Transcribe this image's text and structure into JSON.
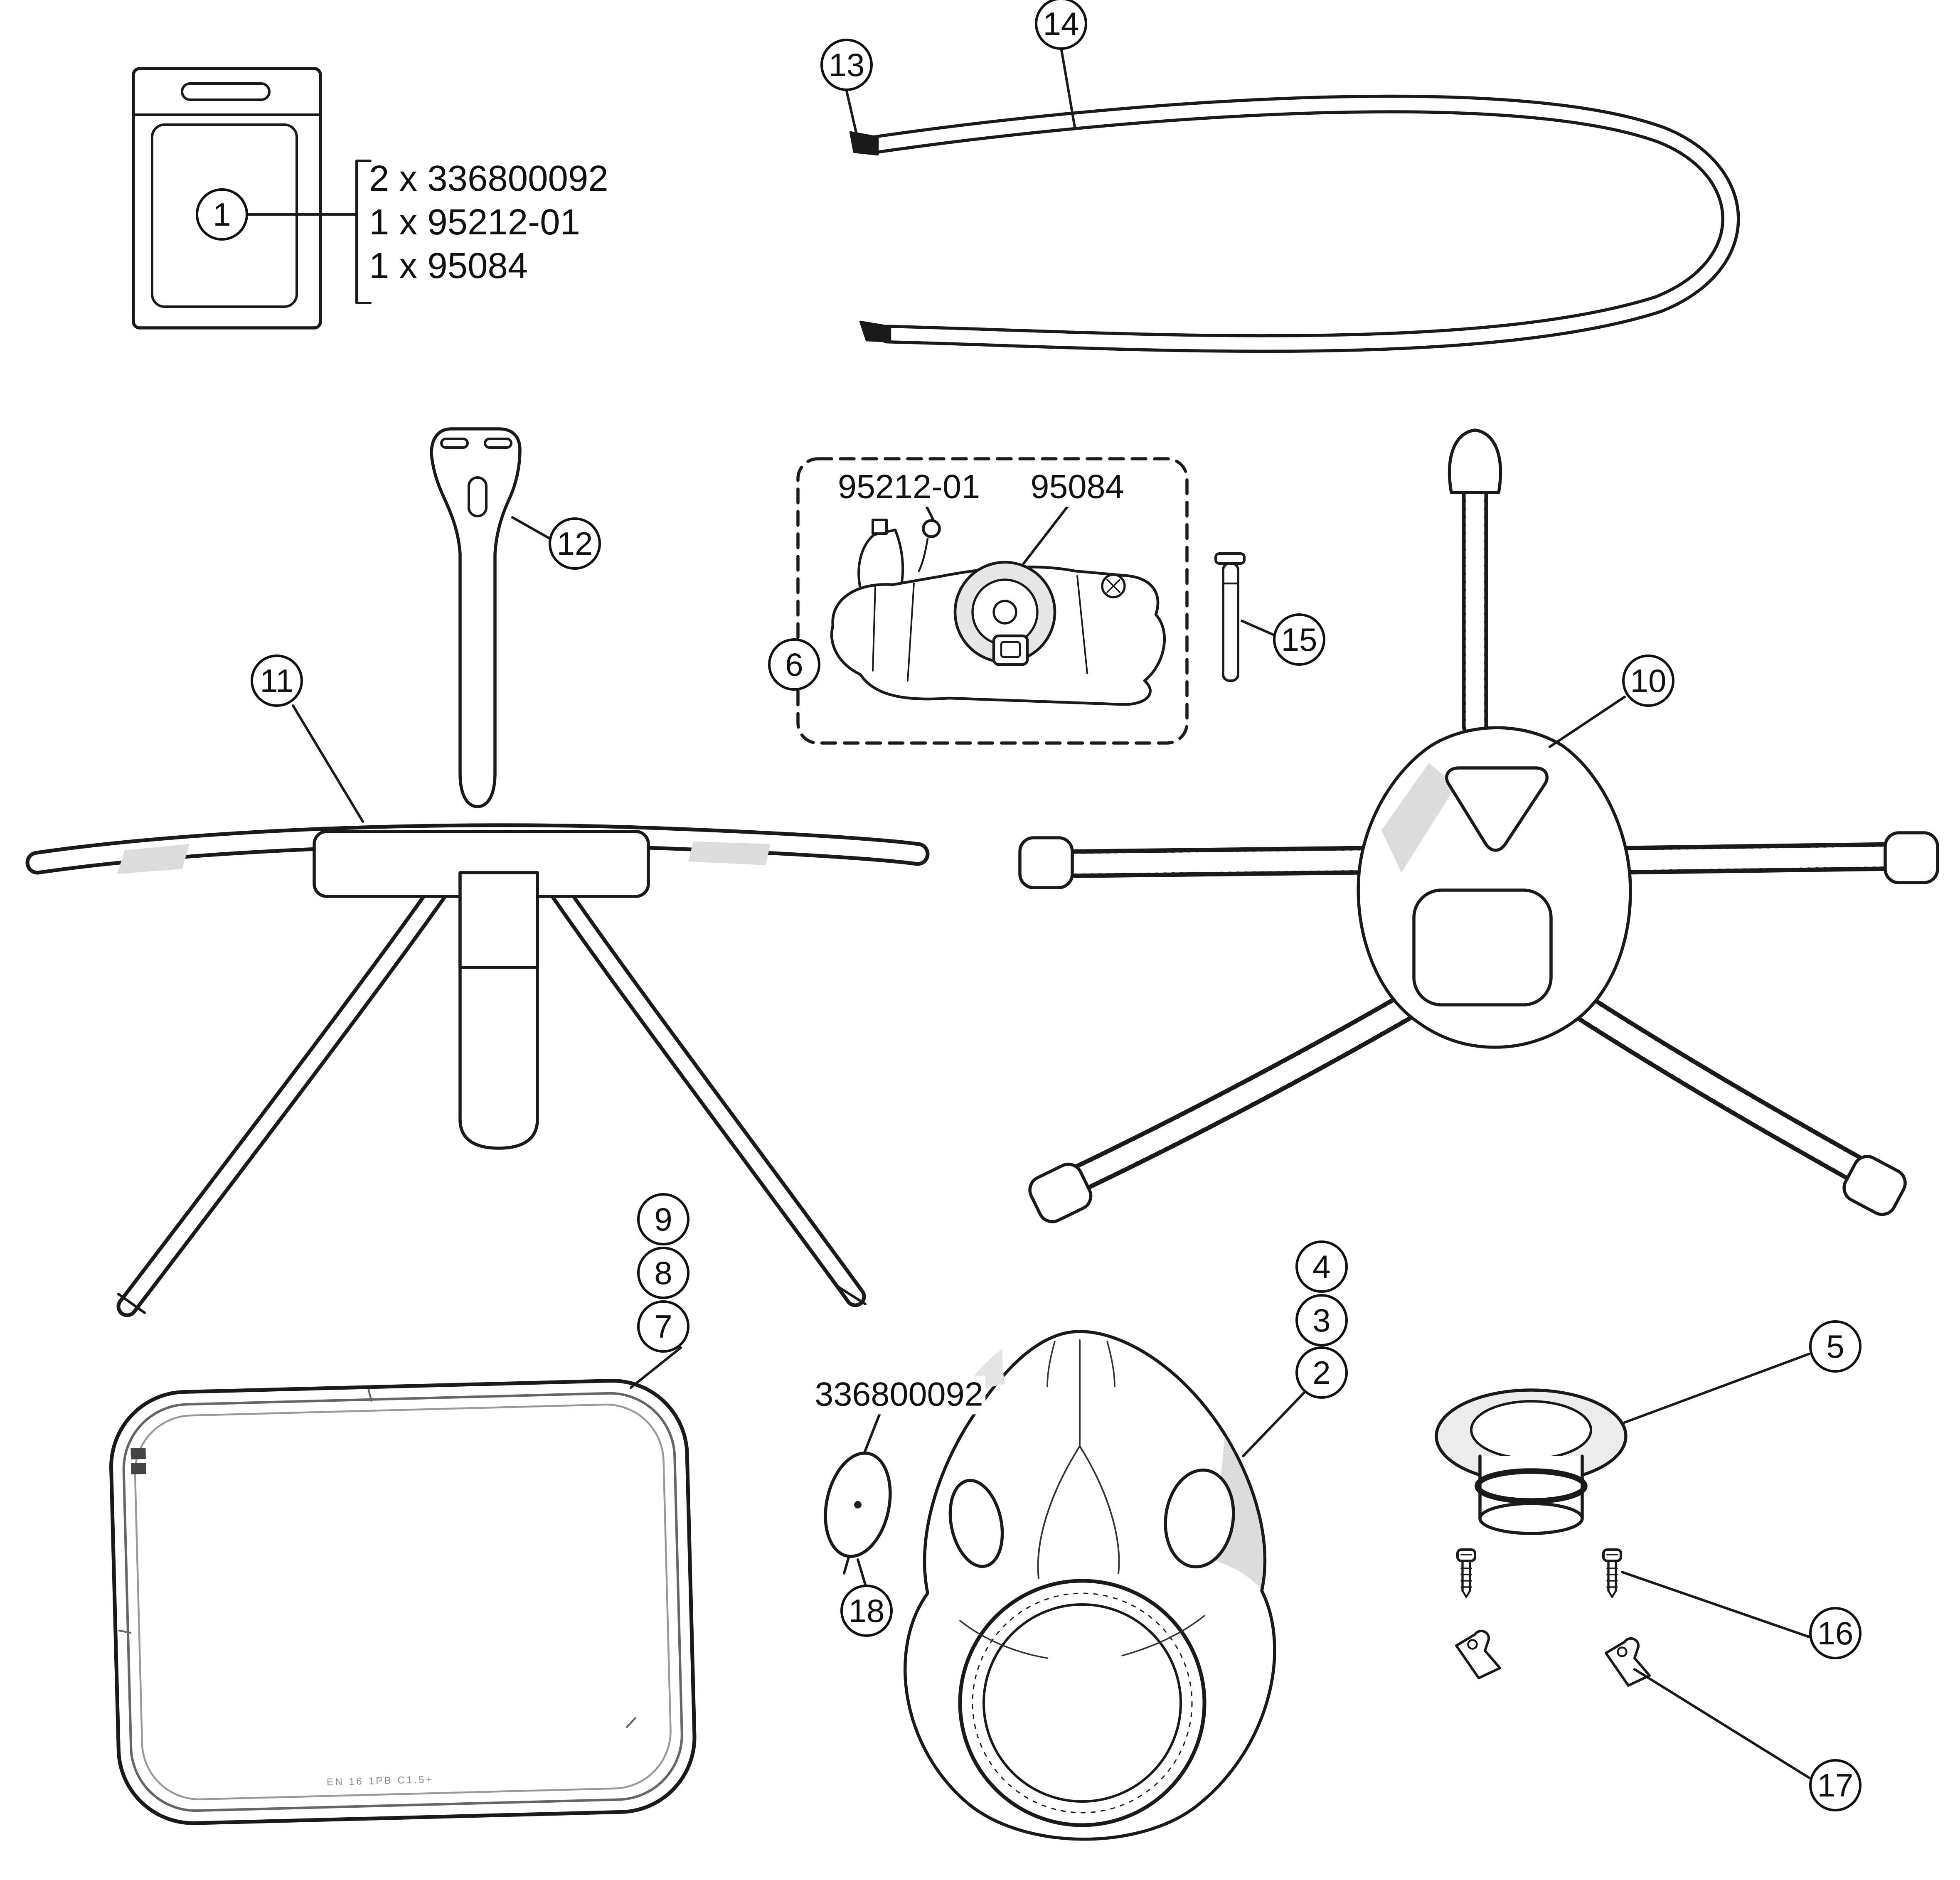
{
  "page": {
    "background": "#ffffff",
    "line_color": "#1a1a1a",
    "shade_color": "#dcdcdc"
  },
  "kit": {
    "callout": "1",
    "items": [
      "2 x 336800092",
      "1 x 95212-01",
      "1 x 95084"
    ]
  },
  "inline_labels": {
    "valve_membrane": "95212-01",
    "valve_disc": "95084",
    "membrane_disc": "336800092"
  },
  "visor_marking": "EN 16 1PB C1.5+",
  "callouts": [
    {
      "num": "1"
    },
    {
      "num": "2"
    },
    {
      "num": "3"
    },
    {
      "num": "4"
    },
    {
      "num": "5"
    },
    {
      "num": "6"
    },
    {
      "num": "7"
    },
    {
      "num": "8"
    },
    {
      "num": "9"
    },
    {
      "num": "10"
    },
    {
      "num": "11"
    },
    {
      "num": "12"
    },
    {
      "num": "13"
    },
    {
      "num": "14"
    },
    {
      "num": "15"
    },
    {
      "num": "16"
    },
    {
      "num": "17"
    },
    {
      "num": "18"
    }
  ]
}
